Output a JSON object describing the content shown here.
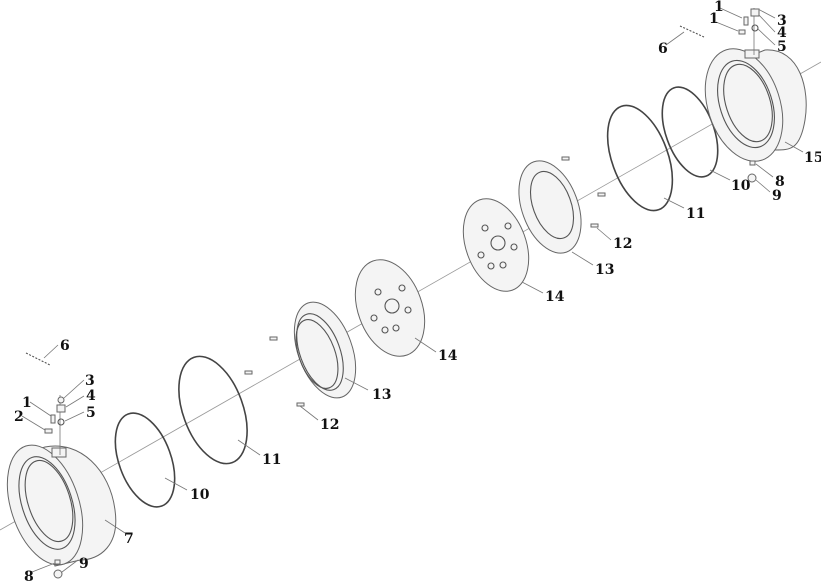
{
  "title": "Exploded assembly diagram",
  "top_right_labels": {
    "p1a": "1",
    "p1b": "1",
    "p3": "3",
    "p4": "4",
    "p5": "5",
    "p6": "6",
    "p15": "15",
    "p10": "10",
    "p8": "8",
    "p9": "9",
    "p11": "11",
    "p12": "12",
    "p13": "13",
    "p14": "14"
  },
  "bottom_left_labels": {
    "p6": "6",
    "p3": "3",
    "p4": "4",
    "p5": "5",
    "p1": "1",
    "p2": "2",
    "p13": "13",
    "p12": "12",
    "p14": "14",
    "p11": "11",
    "p10": "10",
    "p7": "7",
    "p8": "8",
    "p9": "9"
  }
}
